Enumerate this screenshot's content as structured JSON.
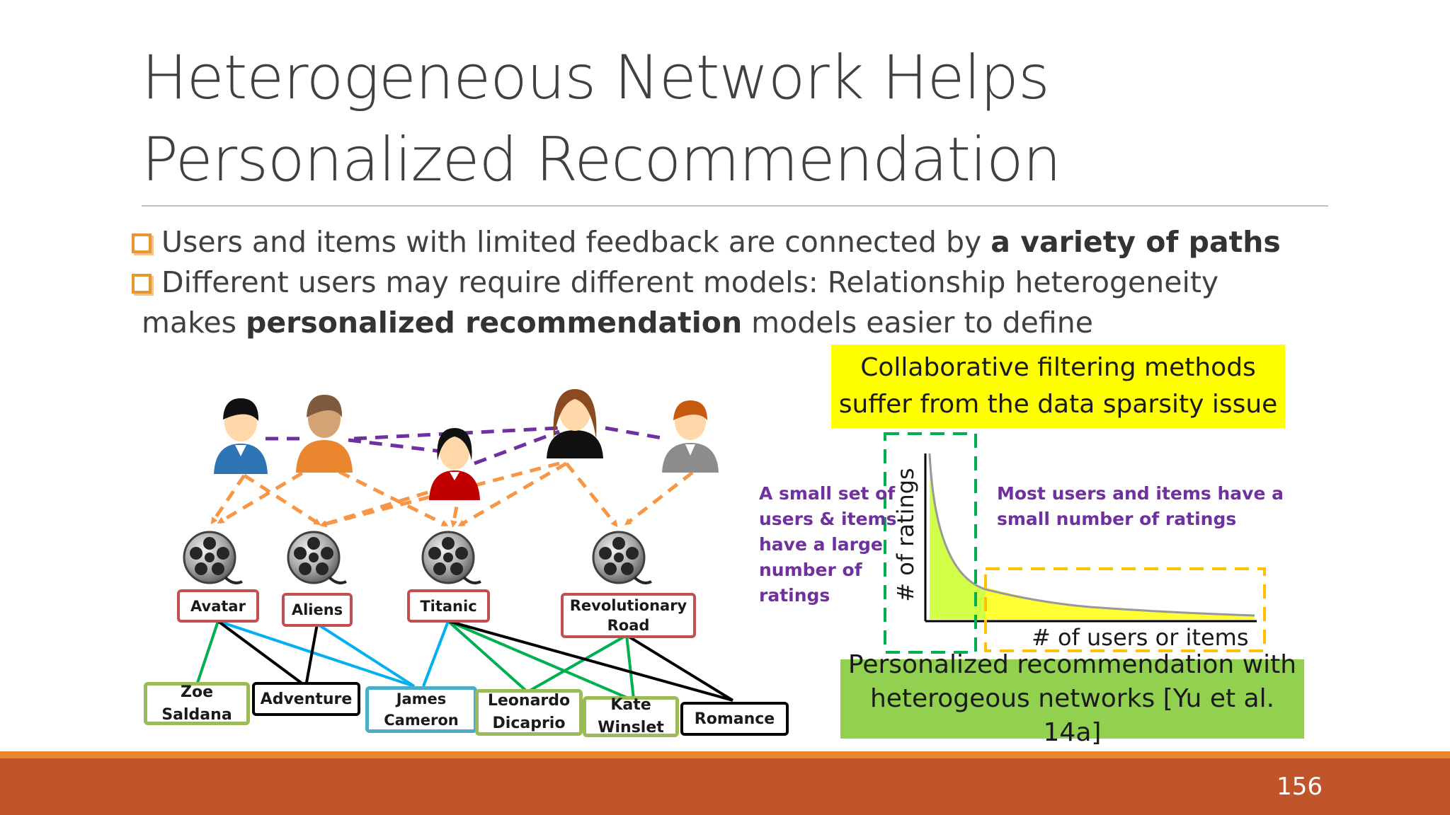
{
  "title": {
    "line1": "Heterogeneous Network Helps",
    "line2": "Personalized Recommendation"
  },
  "bullets": {
    "b1_pre": "Users and items with limited feedback are connected by ",
    "b1_bold": "a variety of paths",
    "b2_line1": "Different users may require different models: Relationship heterogeneity",
    "b2_pre": "makes ",
    "b2_bold": "personalized recommendation",
    "b2_post": " models easier to define"
  },
  "network": {
    "movies": {
      "m1": "Avatar",
      "m2": "Aliens",
      "m3": "Titanic",
      "m4_l1": "Revolutionary",
      "m4_l2": "Road"
    },
    "attributes": {
      "zoe_l1": "Zoe",
      "zoe_l2": "Saldana",
      "adventure": "Adventure",
      "james_l1": "James",
      "james_l2": "Cameron",
      "leo_l1": "Leonardo",
      "leo_l2": "Dicaprio",
      "kate_l1": "Kate",
      "kate_l2": "Winslet",
      "romance": "Romance"
    },
    "colors": {
      "user_link": "#7030a0",
      "rating_link": "#f79646",
      "actor_link": "#00b050",
      "director_link": "#00b0f0",
      "genre_link": "#000000"
    }
  },
  "callouts": {
    "yellow_l1": "Collaborative filtering methods",
    "yellow_l2": "suffer from the data sparsity issue",
    "left_note": [
      "A small set of",
      "users & items",
      "have a large",
      "number of",
      "ratings"
    ],
    "right_note": [
      "Most users and items have a",
      "small number of ratings"
    ],
    "ylabel": "# of ratings",
    "xlabel": "# of users or items",
    "green_l1": "Personalized recommendation with",
    "green_l2": "heterogeous networks [Yu et al. 14a]"
  },
  "page_number": "156"
}
